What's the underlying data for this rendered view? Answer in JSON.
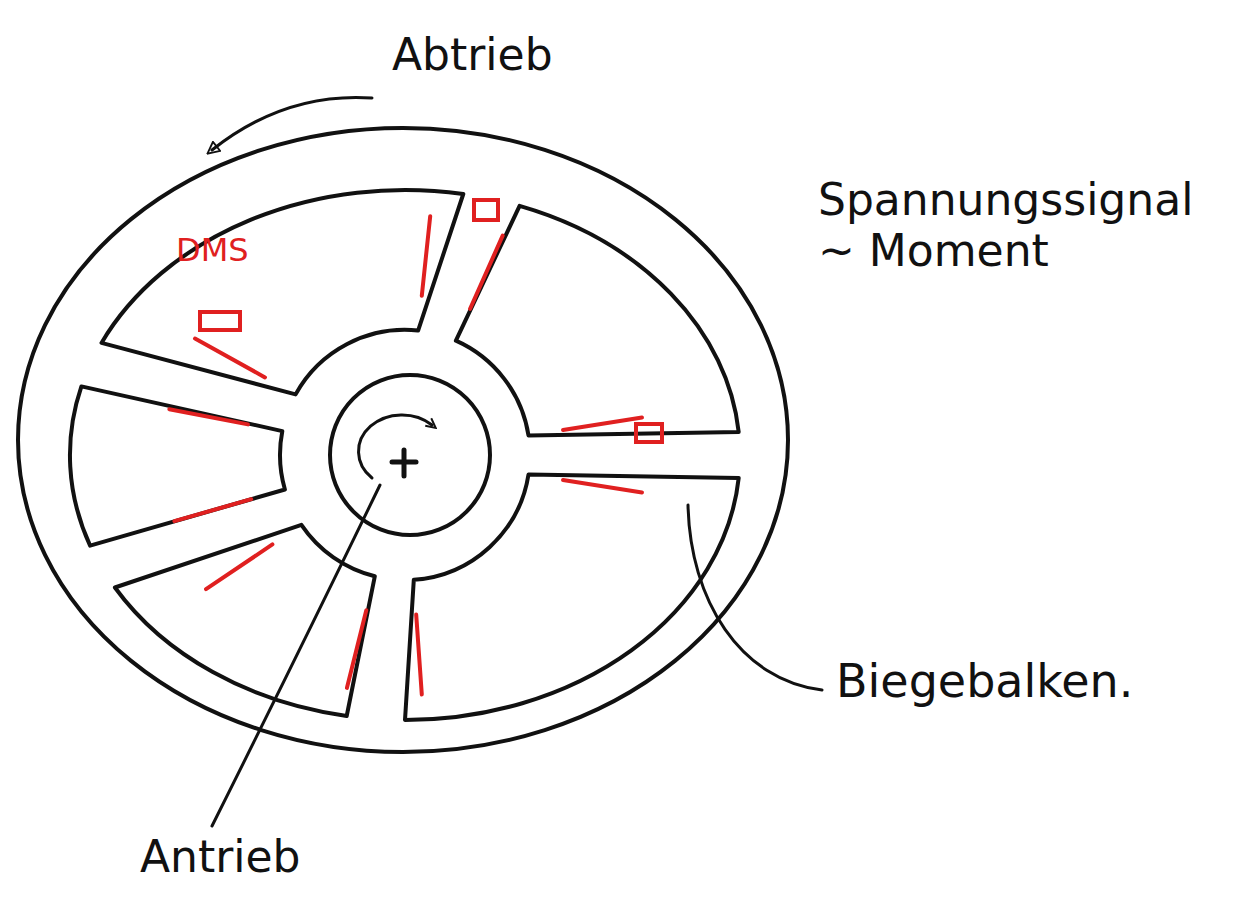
{
  "diagram": {
    "labels": [
      "Abtrieb",
      "DMS",
      "Spannungssignal ~ Moment",
      "Biegebalken.",
      "Antrieb"
    ]
  }
}
